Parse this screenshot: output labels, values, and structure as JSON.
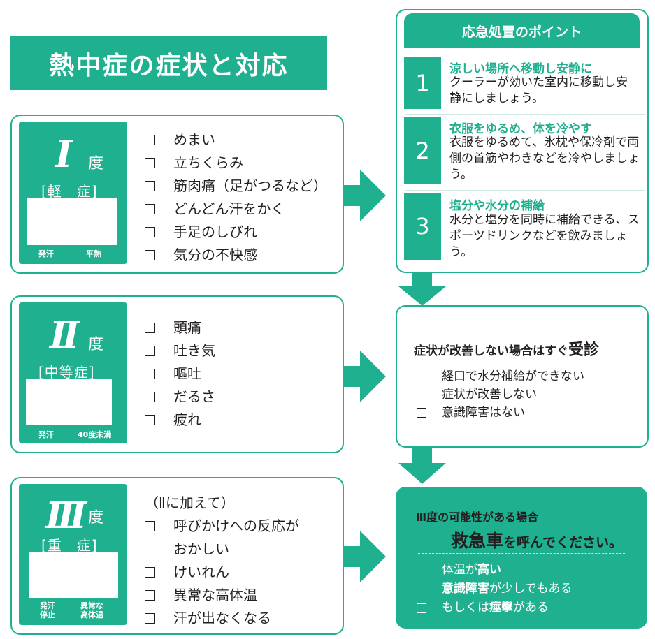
{
  "title": "熱中症の症状と対応",
  "levels": [
    {
      "roman": "I",
      "do": "度",
      "severity": "[軽　症]",
      "small_labels": [
        "発汗",
        "平熱"
      ],
      "symptoms": [
        "めまい",
        "立ちくらみ",
        "筋肉痛（足がつるなど）",
        "どんどん汗をかく",
        "手足のしびれ",
        "気分の不快感"
      ]
    },
    {
      "roman": "II",
      "do": "度",
      "severity": "[中等症]",
      "small_labels": [
        "発汗",
        "40度未満"
      ],
      "symptoms": [
        "頭痛",
        "吐き気",
        "嘔吐",
        "だるさ",
        "疲れ"
      ]
    },
    {
      "roman": "III",
      "do": "度",
      "severity": "[重　症]",
      "small_labels": [
        "発汗\n停止",
        "異常な\n高体温"
      ],
      "note": "（Ⅱに加えて）",
      "symptoms": [
        "呼びかけへの反応が",
        "おかしい",
        "けいれん",
        "異常な高体温",
        "汗が出なくなる"
      ]
    }
  ],
  "first_aid": {
    "header": "応急処置のポイント",
    "points": [
      {
        "num": "1",
        "title": "涼しい場所へ移動し安静に",
        "body": "クーラーが効いた室内に移動し安静にしましょう。"
      },
      {
        "num": "2",
        "title": "衣服をゆるめ、体を冷やす",
        "body": "衣服をゆるめて、氷枕や保冷剤で両側の首筋やわきなどを冷やしましょう。"
      },
      {
        "num": "3",
        "title": "塩分や水分の補給",
        "body": "水分と塩分を同時に補給できる、スポーツドリンクなどを飲みましょう。"
      }
    ]
  },
  "consult": {
    "title": "症状が改善しない場合はすぐ",
    "title_big": "受診",
    "items": [
      "経口で水分補給ができない",
      "症状が改善しない",
      "意識障害はない"
    ]
  },
  "emergency": {
    "line1": "Ⅲ度の可能性がある場合",
    "line2_big": "救急車",
    "line2_rest": "を呼んでください。",
    "items": [
      {
        "pre": "体温が",
        "bold": "高い",
        "post": ""
      },
      {
        "pre": "",
        "bold": "意識障害",
        "post": "が少しでもある"
      },
      {
        "pre": "もしくは",
        "bold": "痙攣",
        "post": "がある"
      }
    ]
  },
  "colors": {
    "teal": "#1fb08f",
    "text": "#231f20",
    "white": "#ffffff"
  }
}
